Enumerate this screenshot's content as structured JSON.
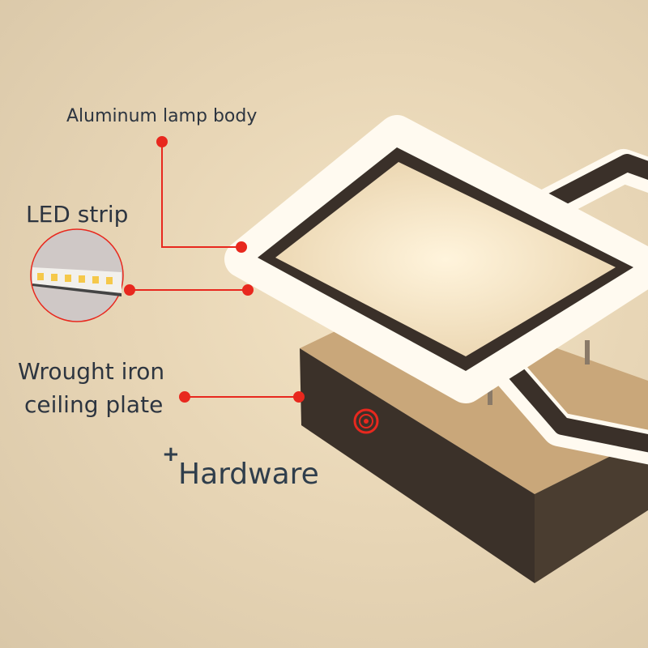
{
  "labels": {
    "aluminum_body": "Aluminum lamp body",
    "led_strip": "LED strip",
    "ceiling_plate_line1": "Wrought iron",
    "ceiling_plate_line2": "ceiling plate",
    "hardware_plus": "+",
    "hardware": "Hardware"
  },
  "colors": {
    "callout": "#e8281e",
    "text": "#2d3540",
    "lamp_frame": "#3a3029",
    "led_glow": "#fffaf0"
  }
}
